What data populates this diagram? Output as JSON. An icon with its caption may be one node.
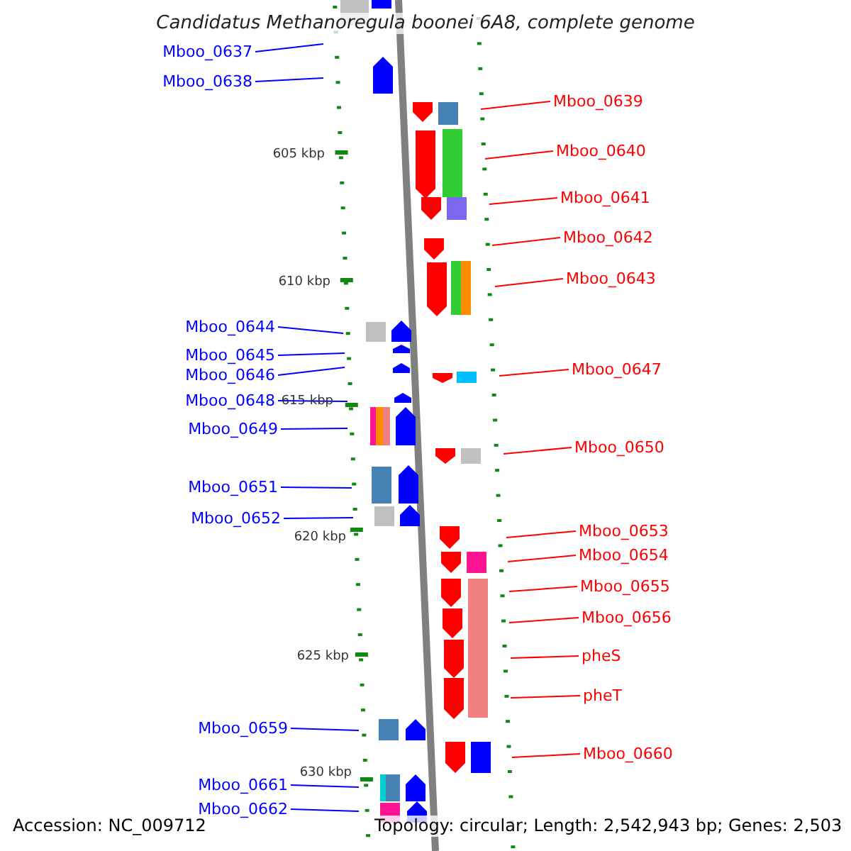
{
  "diagram": {
    "title": "Candidatus Methanoregula boonei 6A8, complete genome",
    "nodes": [
      {
        "text": [
          "Mboo_0637"
        ]
      },
      {
        "text": [
          "Mboo_0638"
        ]
      },
      {
        "text": [
          "Mboo_0639"
        ]
      },
      {
        "text": [
          "Mboo_0640"
        ]
      },
      {
        "text": [
          "Mboo_0641"
        ]
      },
      {
        "text": [
          "Mboo_0642"
        ]
      },
      {
        "text": [
          "Mboo_0643"
        ]
      },
      {
        "text": [
          "Mboo_0644"
        ]
      },
      {
        "text": [
          "Mboo_0645"
        ]
      },
      {
        "text": [
          "Mboo_0647"
        ]
      },
      {
        "text": [
          "Mboo_0646"
        ]
      },
      {
        "text": [
          "Mboo_0648"
        ]
      },
      {
        "text": [
          "Mboo_0649"
        ]
      },
      {
        "text": [
          "Mboo_0650"
        ]
      },
      {
        "text": [
          "Mboo_0651"
        ]
      },
      {
        "text": [
          "Mboo_0652"
        ]
      },
      {
        "text": [
          "Mboo_0653"
        ]
      },
      {
        "text": [
          "Mboo_0654"
        ]
      },
      {
        "text": [
          "Mboo_0655"
        ]
      },
      {
        "text": [
          "Mboo_0656"
        ]
      },
      {
        "text": [
          "pheS"
        ]
      },
      {
        "text": [
          "pheT"
        ]
      },
      {
        "text": [
          "Mboo_0659"
        ]
      },
      {
        "text": [
          "Mboo_0660"
        ]
      },
      {
        "text": [
          "Mboo_0661"
        ]
      },
      {
        "text": [
          "Mboo_0662"
        ]
      }
    ],
    "edges": [
      {
        "from": 0,
        "to": null,
        "arrow": "none",
        "color": "#0000ff"
      },
      {
        "from": 1,
        "to": null,
        "arrow": "none",
        "color": "#0000ff"
      },
      {
        "from": 2,
        "to": null,
        "arrow": "none"
      },
      {
        "from": 3,
        "to": null,
        "arrow": "none"
      },
      {
        "from": 4,
        "to": null,
        "arrow": "none"
      },
      {
        "from": 5,
        "to": null,
        "arrow": "none"
      },
      {
        "from": 6,
        "to": null,
        "arrow": "none"
      },
      {
        "from": 7,
        "to": null,
        "arrow": "none",
        "color": "#0000ff"
      },
      {
        "from": 8,
        "to": null,
        "arrow": "none",
        "color": "#0000ff"
      },
      {
        "from": 9,
        "to": null,
        "arrow": "none"
      },
      {
        "from": 10,
        "to": null,
        "arrow": "none",
        "color": "#0000ff"
      },
      {
        "from": 11,
        "to": null,
        "arrow": "none",
        "color": "#0000ff"
      },
      {
        "from": 12,
        "to": null,
        "arrow": "none",
        "color": "#0000ff"
      },
      {
        "from": 13,
        "to": null,
        "arrow": "none"
      },
      {
        "from": 14,
        "to": null,
        "arrow": "none",
        "color": "#0000ff"
      },
      {
        "from": 15,
        "to": null,
        "arrow": "none",
        "color": "#0000ff"
      },
      {
        "from": 16,
        "to": null,
        "arrow": "none"
      },
      {
        "from": 17,
        "to": null,
        "arrow": "none"
      },
      {
        "from": 18,
        "to": null,
        "arrow": "none"
      },
      {
        "from": 19,
        "to": null,
        "arrow": "none"
      },
      {
        "from": 20,
        "to": null,
        "arrow": "none"
      },
      {
        "from": 21,
        "to": null,
        "arrow": "none"
      },
      {
        "from": 22,
        "to": null,
        "arrow": "none",
        "color": "#0000ff"
      },
      {
        "from": 23,
        "to": null,
        "arrow": "none"
      },
      {
        "from": 24,
        "to": null,
        "arrow": "none",
        "color": "#0000ff"
      },
      {
        "from": 25,
        "to": null,
        "arrow": "none",
        "color": "#0000ff"
      }
    ],
    "labels": [
      "605 kbp",
      "610 kbp",
      "615 kbp",
      "620 kbp",
      "625 kbp",
      "630 kbp",
      "Accession: NC_009712",
      "Topology: circular; Length: 2,542,943 bp; Genes: 2,503"
    ]
  }
}
